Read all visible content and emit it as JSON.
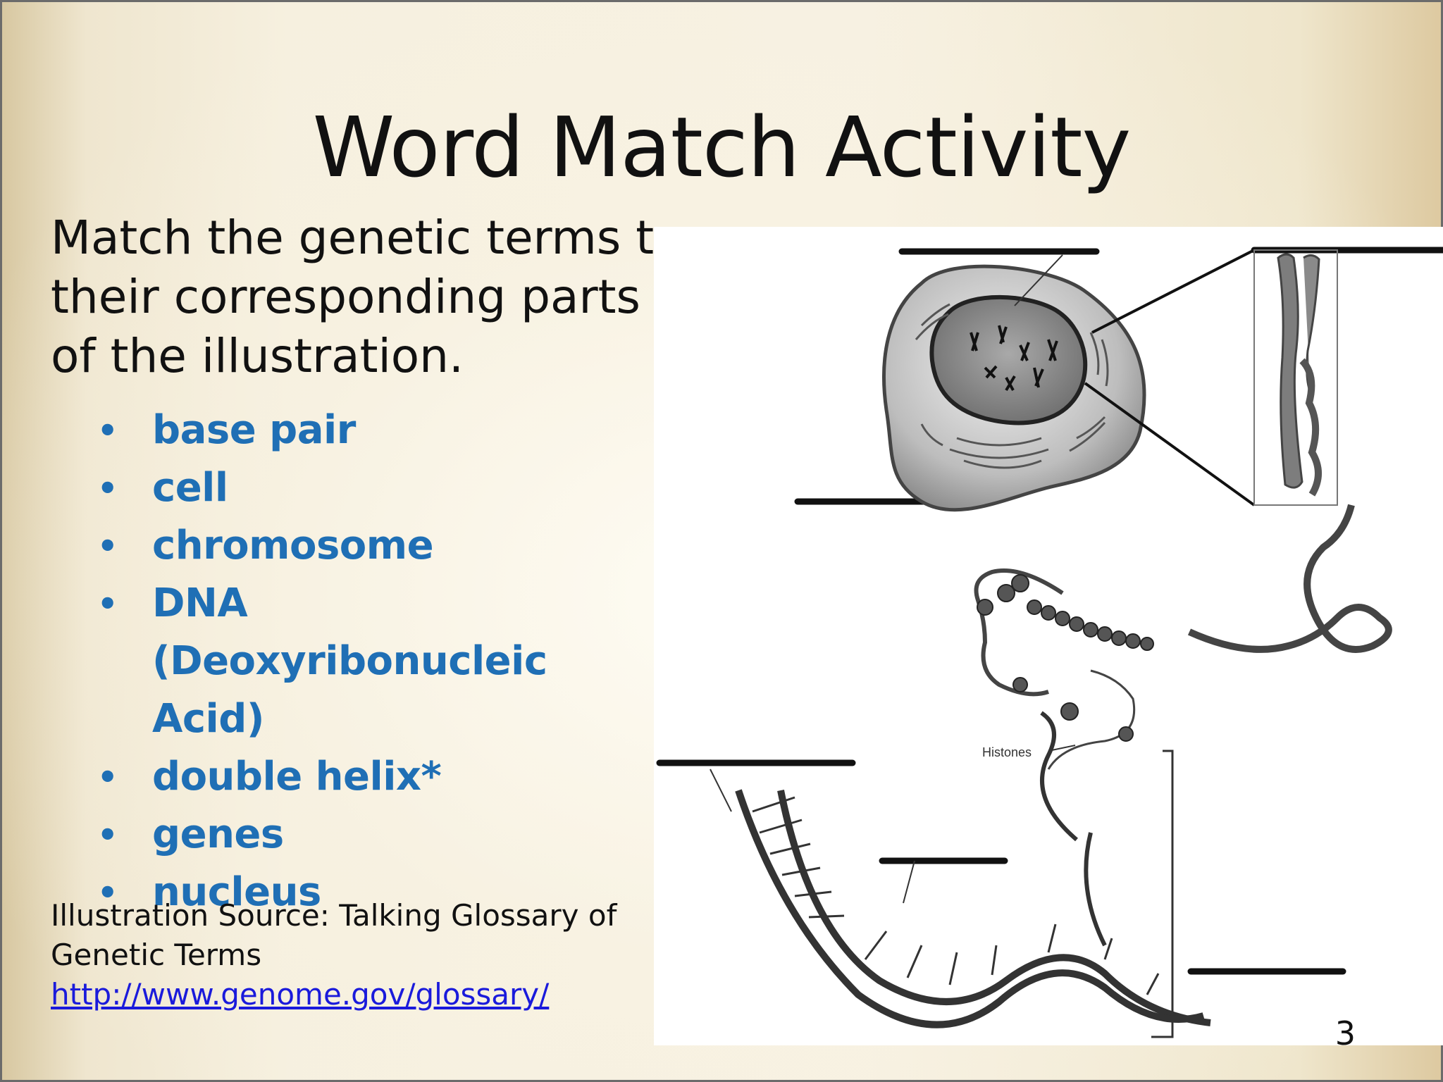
{
  "slide": {
    "title": "Word Match Activity",
    "intro": "Match the genetic terms to their corresponding parts of the illustration.",
    "terms": [
      {
        "label": "base pair"
      },
      {
        "label": "cell"
      },
      {
        "label": "chromosome"
      },
      {
        "label": "DNA (Deoxyribonucleic Acid)"
      },
      {
        "label": "double helix*"
      },
      {
        "label": "genes"
      },
      {
        "label": "nucleus"
      }
    ],
    "bullet_glyph": "•",
    "source_line1": "Illustration Source: Talking Glossary of Genetic Terms",
    "source_link": "http://www.genome.gov/glossary/",
    "page_number": "3",
    "illustration": {
      "histones_label": "Histones"
    },
    "colors": {
      "term_blue": "#1f6fb5",
      "link_blue": "#1a1adb"
    }
  }
}
